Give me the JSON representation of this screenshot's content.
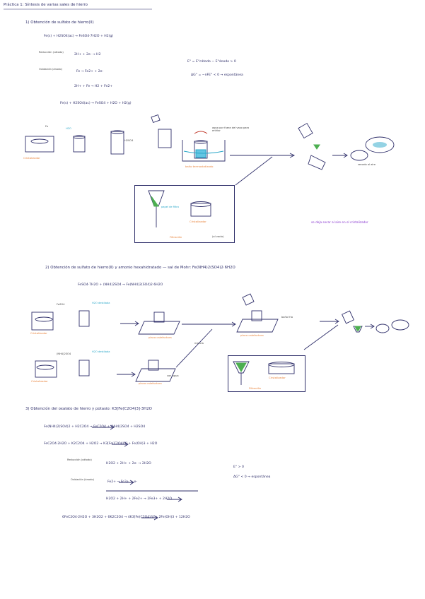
{
  "header": {
    "title": "Práctica 1: Síntesis de varias sales de hierro"
  },
  "section1": {
    "heading": "1) Obtención de sulfato de hierro(II)",
    "reaction": "Fe(s) + H2SO4(ac) → FeSO4·7H2O + H2(g)",
    "reduction_label": "Reducción (cátodo)",
    "reduction_eq": "2H+ + 2e- → H2",
    "oxidation_label": "Oxidación (ánodo)",
    "oxidation_eq1": "Fe → Fe2+ + 2e-",
    "oxidation_eq2": "2H+ + Fe → H2 + Fe2+",
    "ecell": "E° = E°cátodo − E°ánodo > 0",
    "ecell2": "ΔG° = −nFE° < 0 → espontánea",
    "reaction2": "Fe(s) + H2SO4(ac) → FeSO4 + H2O + H2(g)",
    "label_fe": "Fe",
    "label_h2o": "H2O",
    "label_h2so4": "H2SO4",
    "label_crystalizer": "Cristalizador",
    "label_bath": "baño termostatizado",
    "label_water_note": "agua por fuera del vaso para enfriar",
    "label_funnel": "papel de filtro",
    "label_crystals": "Cristalizador",
    "label_filtration": "Filtración",
    "label_vacuum": "(al vacío)",
    "label_dry": "secado al aire",
    "note_purple": "se deja secar al aire en el cristalizador"
  },
  "section2": {
    "heading": "2) Obtención de sulfato de hierro(II) y amonio hexahidratado — sal de Mohr: Fe(NH4)2(SO4)2·6H2O",
    "reaction": "FeSO4·7H2O + (NH4)2SO4 → Fe(NH4)2(SO4)2·6H2O",
    "label_feso4": "FeSO4",
    "label_nh4": "(NH4)2SO4",
    "label_water": "H2O destilada",
    "label_plate": "placa calefactora",
    "label_mix": "mezcla",
    "label_heat": "con agua",
    "label_crystals": "Cristalizador",
    "label_filtration": "Filtración",
    "label_cold": "baño frío"
  },
  "section3": {
    "heading": "3) Obtención del oxalato de hierro y potasio: K3[Fe(C2O4)3]·3H2O",
    "reaction1": "Fe(NH4)2(SO4)2 + H2C2O4 → FeC2O4 + (NH4)2SO4 + H2SO4",
    "reaction2": "FeC2O4·2H2O + K2C2O4 + H2O2 → K3[Fe(C2O4)3] + Fe(OH)3 + H2O",
    "reduction_label": "Reducción (cátodo)",
    "reduction_eq": "H2O2 + 2H+ + 2e- → 2H2O",
    "oxidation_label": "Oxidación (ánodo)",
    "oxidation_eq1": "Fe2+ → Fe3+ + e-",
    "oxidation_eq2": "H2O2 + 2H+ + 2Fe2+ → 2Fe3+ + 2H2O",
    "ecell": "E° > 0",
    "ecell2": "ΔG° < 0 → espontánea",
    "reaction3": "6FeC2O4·2H2O + 3H2O2 + 6K2C2O4 → 4K3[Fe(C2O4)3] + 2Fe(OH)3 + 12H2O"
  },
  "colors": {
    "ink": "#2f2f6a",
    "orange": "#e8823a",
    "cyan": "#2aa7c9",
    "green": "#4caf50",
    "purple": "#8a3ad0"
  }
}
